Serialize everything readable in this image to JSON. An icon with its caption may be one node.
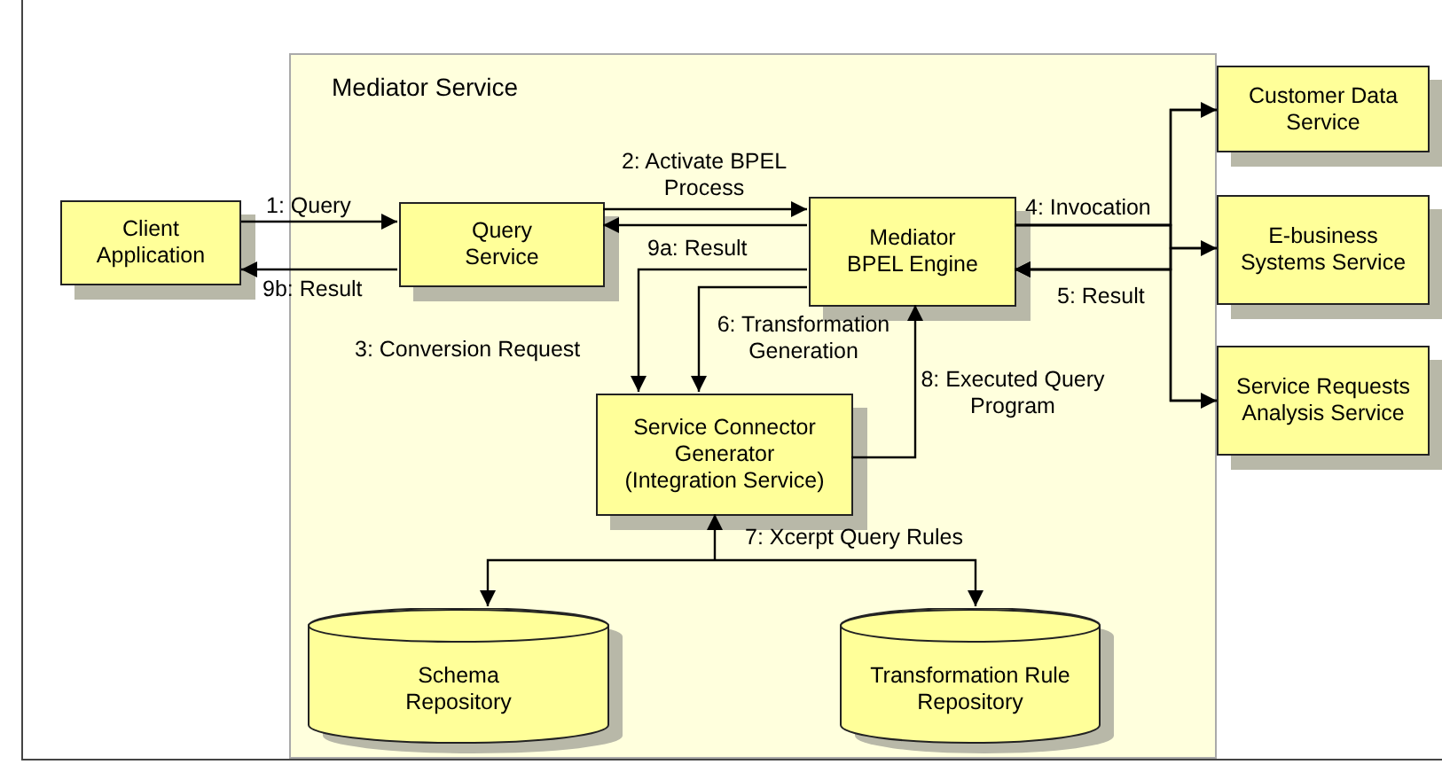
{
  "diagram": {
    "nodes": [
      {
        "text": [
          "Mediator Service"
        ]
      },
      {
        "text": [
          "Client Application"
        ]
      },
      {
        "text": [
          "Query Service"
        ],
        "in": 0
      },
      {
        "text": [
          "Mediator BPEL Engine"
        ],
        "in": 0
      },
      {
        "text": [
          "Service Connector Generator (Integration Service)"
        ],
        "in": 0
      },
      {
        "text": [
          "Schema Repository"
        ],
        "in": 0
      },
      {
        "text": [
          "Transformation Rule Repository"
        ],
        "in": 0
      },
      {
        "text": [
          "Customer Data Service"
        ]
      },
      {
        "text": [
          "E-business Systems Service"
        ]
      },
      {
        "text": [
          "Service Requests Analysis Service"
        ]
      }
    ],
    "edges": [
      {
        "from": 1,
        "to": 2,
        "arrow": "to",
        "label": "1: Query"
      },
      {
        "from": 2,
        "to": 3,
        "arrow": "to",
        "label": "2: Activate BPEL Process"
      },
      {
        "from": 3,
        "to": 2,
        "arrow": "to",
        "label": "9a: Result"
      },
      {
        "from": 3,
        "to": 4,
        "arrow": "to",
        "label": "3: Conversion Request"
      },
      {
        "from": 3,
        "to": 4,
        "arrow": "to",
        "label": "6: Transformation Generation"
      },
      {
        "from": 4,
        "to": 3,
        "arrow": "to",
        "label": "8: Executed Query Program"
      },
      {
        "from": 4,
        "to": 5,
        "arrow": "both"
      },
      {
        "from": 4,
        "to": 6,
        "arrow": "both",
        "label": "7: Xcerpt Query Rules"
      },
      {
        "from": 2,
        "to": 1,
        "arrow": "to",
        "label": "9b: Result"
      },
      {
        "from": 3,
        "to": 7,
        "arrow": "to",
        "label": "4: Invocation"
      },
      {
        "from": 3,
        "to": 8,
        "arrow": "to"
      },
      {
        "from": 3,
        "to": 9,
        "arrow": "to"
      },
      {
        "from": 7,
        "to": 3,
        "arrow": "to"
      },
      {
        "from": 8,
        "to": 3,
        "arrow": "to",
        "label": "5: Result"
      },
      {
        "from": 9,
        "to": 3,
        "arrow": "to"
      }
    ]
  }
}
